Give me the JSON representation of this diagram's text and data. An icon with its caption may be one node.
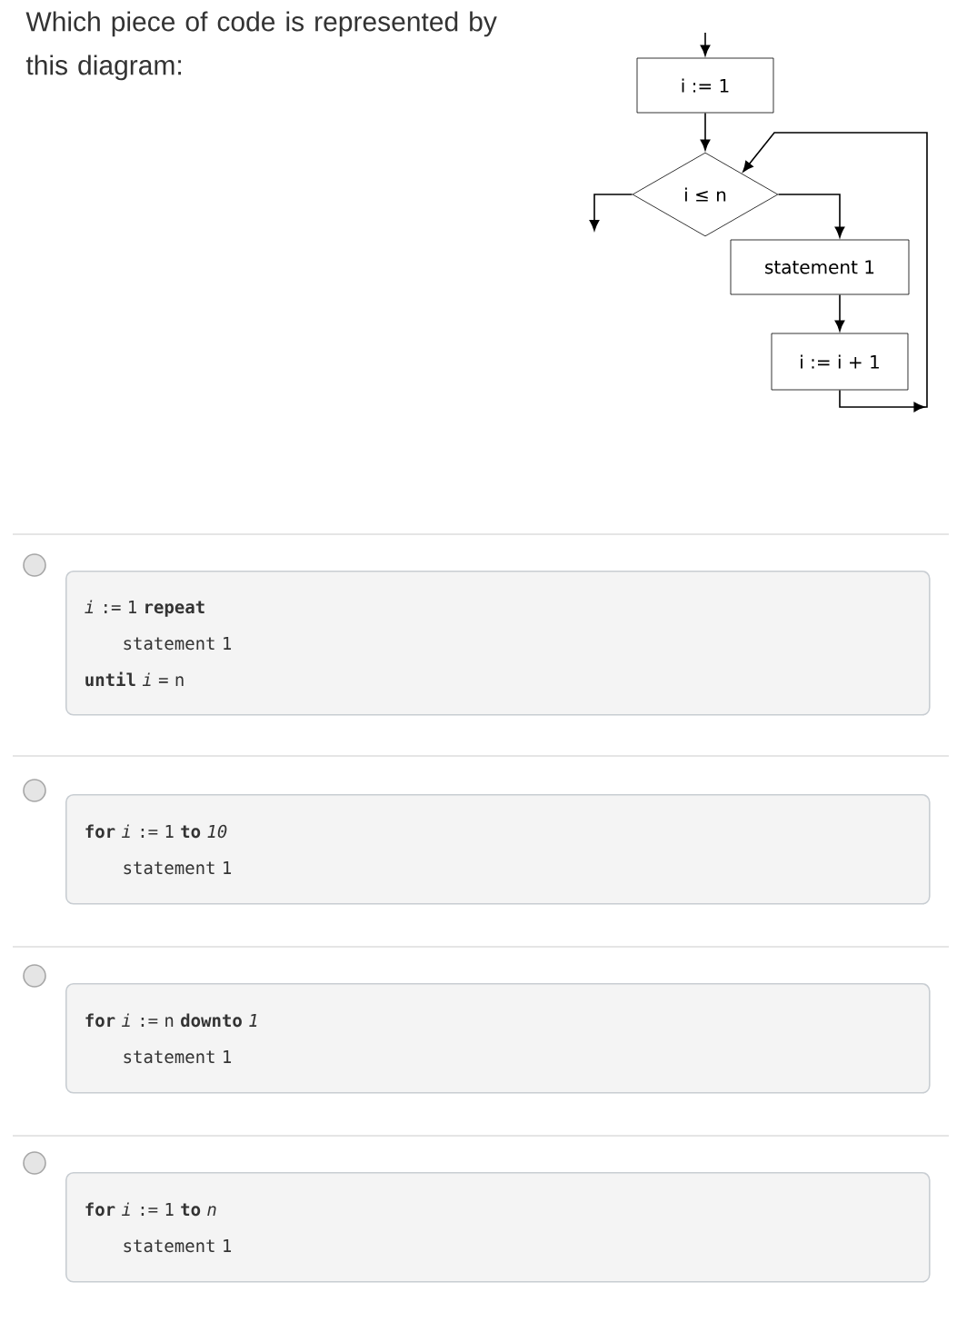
{
  "diagram": {
    "title": "Which piece of code is represented by this diagram:",
    "nodes": [
      {
        "text": [
          "i := 1"
        ]
      },
      {
        "text": [
          "i ≤ n"
        ]
      },
      {
        "text": [
          "statement 1"
        ]
      },
      {
        "text": [
          "i := i + 1"
        ]
      },
      {
        "text": [
          "*i* := 1 **repeat**",
          "statement 1",
          "**until** *i* = n"
        ]
      },
      {
        "text": [
          "**for** *i* := 1 **to** *10*",
          "statement 1"
        ]
      },
      {
        "text": [
          "**for** *i* := n **downto** *1*",
          "statement 1"
        ]
      },
      {
        "text": [
          "**for** *i* := 1 **to** *n*",
          "statement 1"
        ]
      }
    ],
    "edges": [
      {
        "from": null,
        "to": 0,
        "arrow": "to"
      },
      {
        "from": 0,
        "to": 1,
        "arrow": "to"
      },
      {
        "from": 1,
        "to": 2,
        "arrow": "to"
      },
      {
        "from": 2,
        "to": 3,
        "arrow": "to"
      },
      {
        "from": 3,
        "to": 1,
        "arrow": "to"
      },
      {
        "from": 1,
        "to": null,
        "arrow": "to"
      }
    ]
  }
}
